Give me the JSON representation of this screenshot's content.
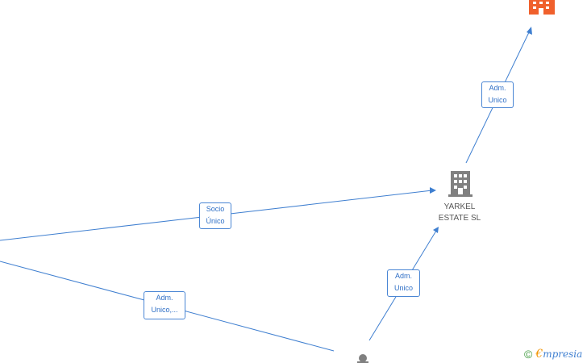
{
  "nodes": {
    "main_company": {
      "name_line1": "YARKEL",
      "name_line2": "ESTATE  SL",
      "icon": "building-icon",
      "color": "#808080"
    },
    "top_company": {
      "icon": "building-icon",
      "color": "#f0602c"
    },
    "person": {
      "icon": "person-icon",
      "color": "#808080"
    }
  },
  "edges": {
    "socio_unico": {
      "line1": "Socio",
      "line2": "Único"
    },
    "adm_unico_top": {
      "line1": "Adm.",
      "line2": "Unico"
    },
    "adm_unico_person": {
      "line1": "Adm.",
      "line2": "Unico"
    },
    "adm_unico_left": {
      "line1": "Adm.",
      "line2": "Unico,..."
    }
  },
  "watermark": {
    "copyright": "©",
    "brand_initial": "€",
    "brand_rest": "mpresia"
  },
  "colors": {
    "edge": "#3f7fd0",
    "accent_orange": "#f0602c",
    "node_gray": "#808080"
  }
}
